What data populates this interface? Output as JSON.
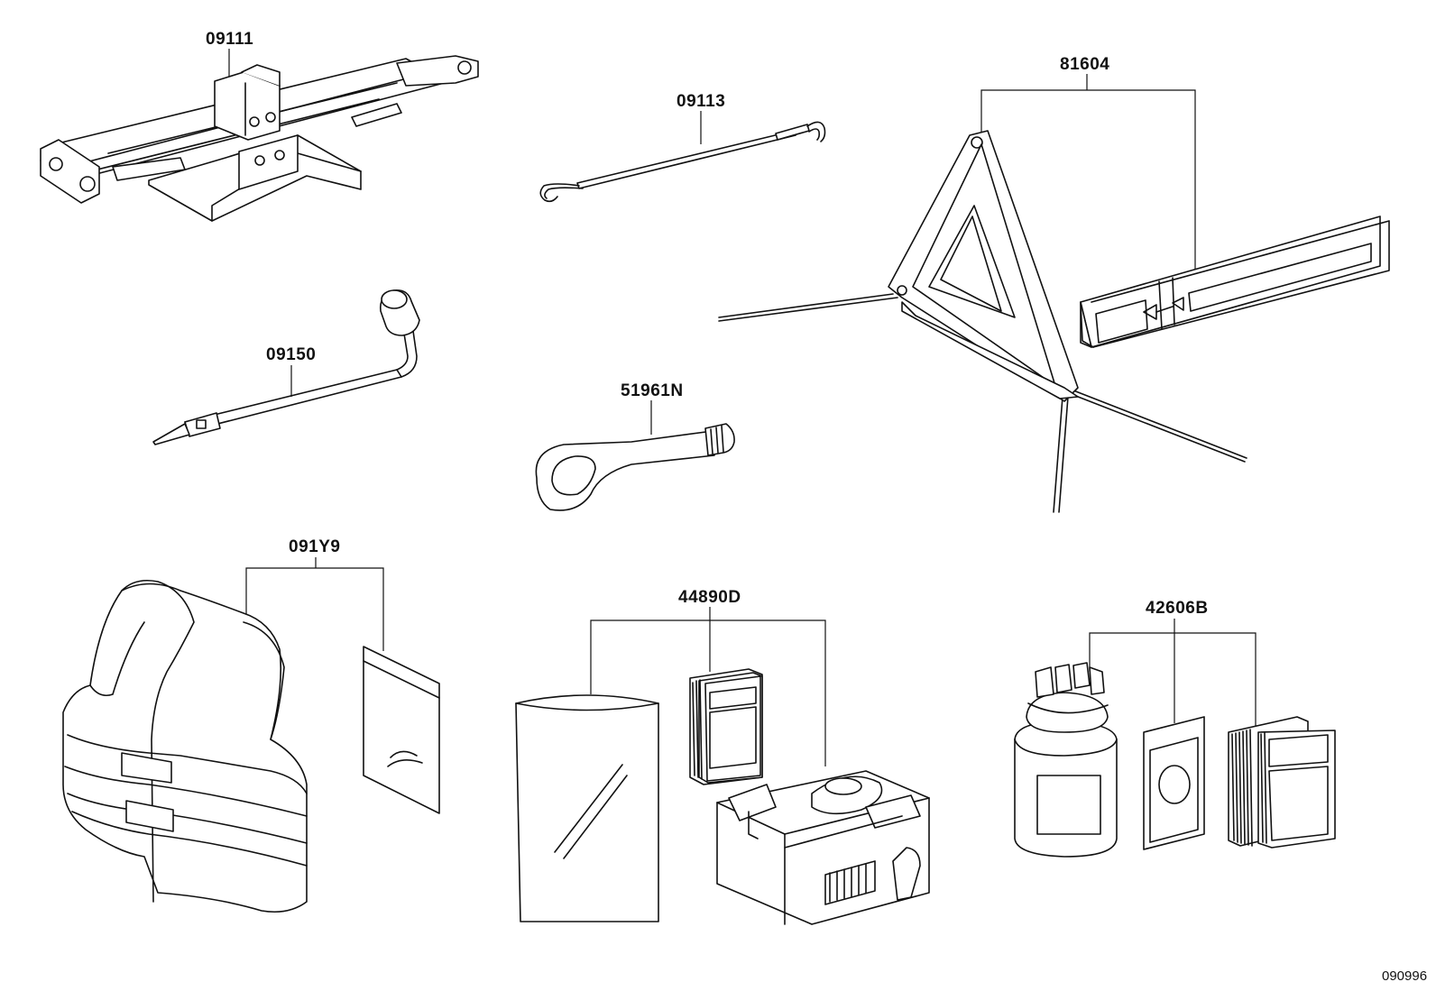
{
  "diagram": {
    "id": "090996",
    "parts": [
      {
        "number": "09111",
        "item": "jack"
      },
      {
        "number": "09113",
        "item": "jack-handle"
      },
      {
        "number": "81604",
        "item": "warning-triangle"
      },
      {
        "number": "09150",
        "item": "wheel-nut-wrench"
      },
      {
        "number": "51961N",
        "item": "towing-hook"
      },
      {
        "number": "091Y9",
        "item": "safety-vest"
      },
      {
        "number": "44890D",
        "item": "tire-repair-kit"
      },
      {
        "number": "42606B",
        "item": "tire-sealant-kit"
      }
    ]
  }
}
